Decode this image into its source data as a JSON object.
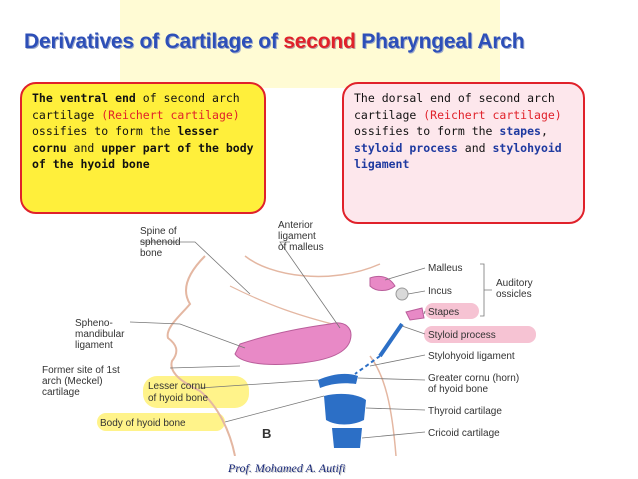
{
  "title": {
    "part1": "Derivatives of Cartilage of ",
    "highlight": "second",
    "part2": " Pharyngeal Arch"
  },
  "left_box": {
    "t1": "The ventral end",
    "t2": " of second arch cartilage ",
    "t3": "(Reichert cartilage)",
    "t4": " ossifies to form the ",
    "t5": "lesser cornu",
    "t6": " and ",
    "t7": "upper part of the body of the hyoid bone"
  },
  "right_box": {
    "t1": "The dorsal end of second arch cartilage ",
    "t2": "(Reichert cartilage)",
    "t3": " ossifies to form the ",
    "t4": "stapes",
    "t5": ", ",
    "t6": "styloid process",
    "t7": " and ",
    "t8": "stylohyoid ligament"
  },
  "figure": {
    "spine_sphenoid": [
      "Spine of",
      "sphenoid",
      "bone"
    ],
    "anterior_ligament": [
      "Anterior",
      "ligament",
      "of malleus"
    ],
    "spheno_mandibular": [
      "Spheno-",
      "mandibular",
      "ligament"
    ],
    "former_site": [
      "Former site of 1st",
      "arch (Meckel)",
      "cartilage"
    ],
    "lesser_cornu": [
      "Lesser cornu",
      "of hyoid bone"
    ],
    "body_hyoid": "Body of hyoid bone",
    "panel_letter": "B",
    "malleus": "Malleus",
    "incus": "Incus",
    "stapes": "Stapes",
    "auditory_ossicles": [
      "Auditory",
      "ossicles"
    ],
    "styloid_process": "Styloid process",
    "stylohyoid_ligament": "Stylohyoid ligament",
    "greater_cornu": [
      "Greater cornu (horn)",
      "of hyoid bone"
    ],
    "thyroid_cartilage": "Thyroid cartilage",
    "cricoid_cartilage": "Cricoid cartilage"
  },
  "footer": "Prof. Mohamed A. Autifi",
  "colors": {
    "title_blue": "#2d4fb8",
    "accent_red": "#e0212a",
    "left_box_bg": "#ffef3b",
    "right_box_bg": "#fde7ec",
    "cartilage_pink": "#e889c6",
    "hyoid_blue": "#2c6fc6",
    "highlight_yellow": "#fff38a",
    "highlight_pink": "#f6c3d3"
  }
}
